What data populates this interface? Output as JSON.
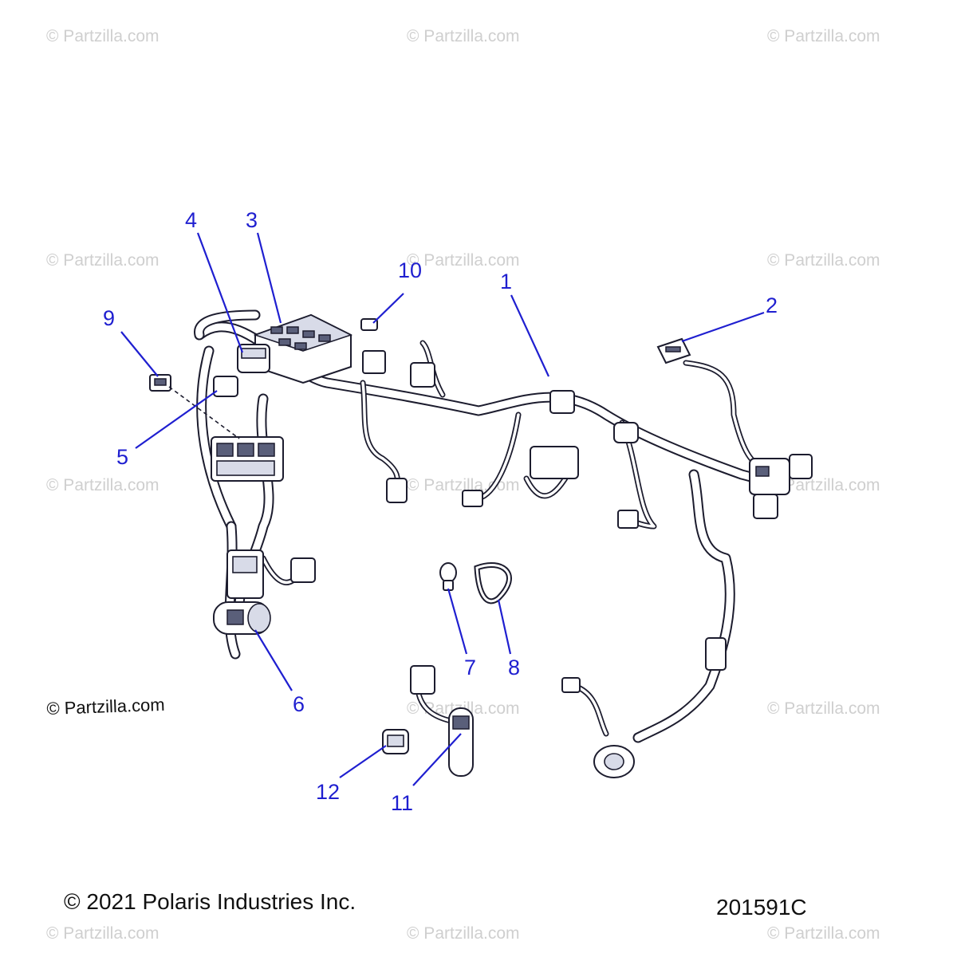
{
  "watermark_text": "© Partzilla.com",
  "credit_text": "© Partzilla.com",
  "copyright": "© 2021 Polaris Industries Inc.",
  "drawing_number": "201591C",
  "callouts": [
    {
      "id": "1",
      "label": "1"
    },
    {
      "id": "2",
      "label": "2"
    },
    {
      "id": "3",
      "label": "3"
    },
    {
      "id": "4",
      "label": "4"
    },
    {
      "id": "5",
      "label": "5"
    },
    {
      "id": "6",
      "label": "6"
    },
    {
      "id": "7",
      "label": "7"
    },
    {
      "id": "8",
      "label": "8"
    },
    {
      "id": "9",
      "label": "9"
    },
    {
      "id": "10",
      "label": "10"
    },
    {
      "id": "11",
      "label": "11"
    },
    {
      "id": "12",
      "label": "12"
    }
  ],
  "colors": {
    "callout": "#1f1fd0",
    "line_art": "#1c1c2e",
    "watermark": "#cfcfcf"
  }
}
